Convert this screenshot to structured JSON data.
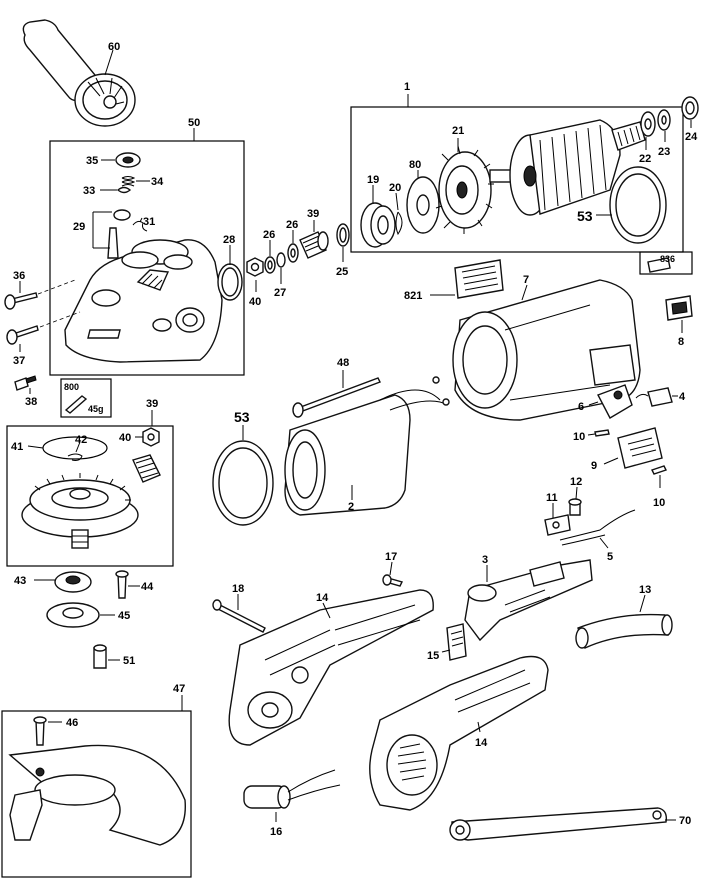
{
  "callouts": {
    "c1": "1",
    "c2": "2",
    "c3": "3",
    "c4": "4",
    "c5": "5",
    "c6": "6",
    "c7": "7",
    "c8": "8",
    "c9": "9",
    "c10a": "10",
    "c10b": "10",
    "c11": "11",
    "c12": "12",
    "c13": "13",
    "c14a": "14",
    "c14b": "14",
    "c15": "15",
    "c16": "16",
    "c17": "17",
    "c18": "18",
    "c19": "19",
    "c20": "20",
    "c21": "21",
    "c22": "22",
    "c23": "23",
    "c24": "24",
    "c25": "25",
    "c26a": "26",
    "c26b": "26",
    "c27": "27",
    "c28": "28",
    "c29": "29",
    "c31": "31",
    "c33": "33",
    "c34": "34",
    "c35": "35",
    "c36": "36",
    "c37": "37",
    "c38": "38",
    "c39a": "39",
    "c39b": "39",
    "c40a": "40",
    "c40b": "40",
    "c41": "41",
    "c42": "42",
    "c43": "43",
    "c44": "44",
    "c45": "45",
    "c46": "46",
    "c47": "47",
    "c48": "48",
    "c50": "50",
    "c51": "51",
    "c53a": "53",
    "c53b": "53",
    "c60": "60",
    "c70": "70",
    "c80": "80",
    "c800": "800",
    "c821": "821",
    "c836": "836",
    "c45g": "45g"
  }
}
